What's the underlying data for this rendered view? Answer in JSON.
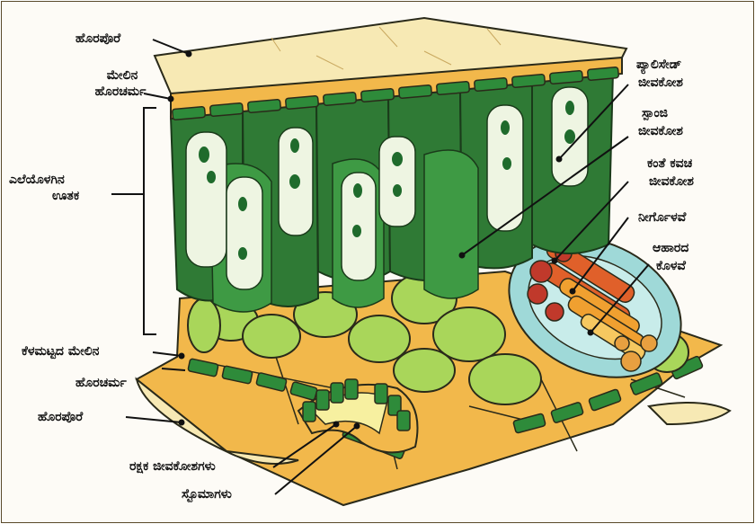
{
  "labels": {
    "cuticle_top": "ಹೊರಪೊರೆ",
    "upper_epidermis_1": "ಮೇಲಿನ",
    "upper_epidermis_2": "ಹೊರಚರ್ಮ",
    "mesophyll_1": "ಎಲೆಯೊಳಗಿನ",
    "mesophyll_2": "ಊತಕ",
    "lower_epidermis_1": "ಕೆಳಮಟ್ಟದ ಮೇಲಿನ",
    "lower_epidermis_2": "ಹೊರಚರ್ಮ",
    "cuticle_bottom": "ಹೊರಪೊರೆ",
    "guard_cells": "ರಕ್ಷಕ ಜೀವಕೋಶಗಳು",
    "stomata": "ಸ್ಟೊಮಾಗಳು",
    "palisade_1": "ಪ್ಯಾಲಿಸೇಡ್",
    "palisade_2": "ಜೀವಕೋಶ",
    "spongy_1": "ಸ್ಪಾಂಜಿ",
    "spongy_2": "ಜೀವಕೋಶ",
    "bundle_sheath_1": "ಕಂತೆ ಕವಚ",
    "bundle_sheath_2": "ಜೀವಕೋಶ",
    "xylem": "ನೀರ್ಗೊಳವೆ",
    "phloem_1": "ಆಹಾರದ",
    "phloem_2": "ಕೊಳವೆ"
  },
  "colors": {
    "cuticle": "#f7e9b4",
    "epidermis": "#f2b84b",
    "epidermis_cell_green": "#2e8b3a",
    "palisade": "#2f7a35",
    "palisade_inner": "#eef5e2",
    "chloroplast": "#1f6b2c",
    "spongy": "#a9d65a",
    "bundle_sheath": "#9fd9d8",
    "xylem": "#e0602a",
    "phloem": "#f0a030",
    "outline": "#2a2a1a"
  }
}
